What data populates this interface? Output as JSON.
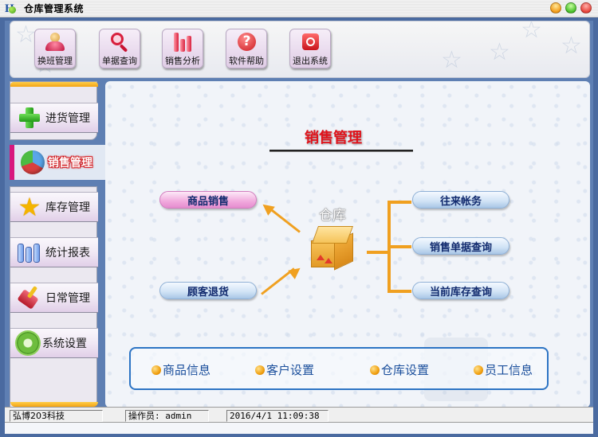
{
  "window": {
    "title": "仓库管理系统",
    "controls": [
      "minimize",
      "maximize",
      "close"
    ],
    "control_colors": {
      "minimize": "#f29c1a",
      "maximize": "#49c02a",
      "close": "#e7443b"
    }
  },
  "toolbar": {
    "buttons": [
      {
        "label": "换班管理",
        "icon": "users-icon"
      },
      {
        "label": "单据查询",
        "icon": "search-icon"
      },
      {
        "label": "销售分析",
        "icon": "bar-chart-icon"
      },
      {
        "label": "软件帮助",
        "icon": "help-icon"
      },
      {
        "label": "退出系统",
        "icon": "power-icon"
      }
    ]
  },
  "sidebar": {
    "items": [
      {
        "label": "进货管理",
        "icon": "plus-icon",
        "active": false
      },
      {
        "label": "销售管理",
        "icon": "pie-chart-icon",
        "active": true
      },
      {
        "label": "库存管理",
        "icon": "star-icon",
        "active": false
      },
      {
        "label": "统计报表",
        "icon": "bars-icon",
        "active": false
      },
      {
        "label": "日常管理",
        "icon": "brush-icon",
        "active": false
      },
      {
        "label": "系统设置",
        "icon": "gear-icon",
        "active": false
      }
    ],
    "accent_color": "#d8187e"
  },
  "main": {
    "section_title": "销售管理",
    "center_label": "仓库",
    "left_actions": [
      {
        "label": "商品销售",
        "style": "pink"
      },
      {
        "label": "顾客退货",
        "style": "blue"
      }
    ],
    "right_actions": [
      {
        "label": "往来帐务"
      },
      {
        "label": "销售单据查询"
      },
      {
        "label": "当前库存查询"
      }
    ],
    "quick_links": [
      {
        "label": "商品信息"
      },
      {
        "label": "客户设置"
      },
      {
        "label": "仓库设置"
      },
      {
        "label": "员工信息"
      }
    ],
    "colors": {
      "title": "#e0121a",
      "connector": "#f0a020",
      "quick_border": "#2d74c4"
    }
  },
  "statusbar": {
    "company": "弘博203科技",
    "operator": "操作员: admin",
    "datetime": "2016/4/1 11:09:38"
  }
}
